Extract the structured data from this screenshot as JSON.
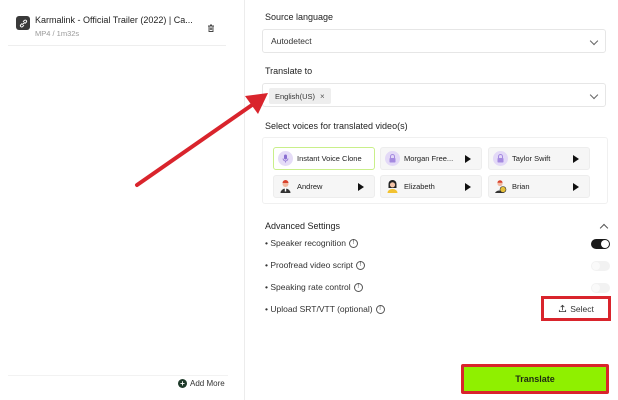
{
  "left_panel": {
    "file": {
      "title": "Karmalink - Official Trailer (2022) | Ca...",
      "meta": "MP4 / 1m32s",
      "icon": "link-icon"
    },
    "add_more_label": "Add More"
  },
  "source_language": {
    "label": "Source language",
    "value": "Autodetect"
  },
  "translate_to": {
    "label": "Translate to",
    "tags": [
      "English(US)"
    ]
  },
  "voices": {
    "label": "Select voices for translated video(s)",
    "items": [
      {
        "name": "Instant Voice Clone",
        "selected": true,
        "playable": false,
        "avatar": "microphone"
      },
      {
        "name": "Morgan Free...",
        "selected": false,
        "playable": true,
        "avatar": "locked"
      },
      {
        "name": "Taylor Swift",
        "selected": false,
        "playable": true,
        "avatar": "locked"
      },
      {
        "name": "Andrew",
        "selected": false,
        "playable": true,
        "avatar": "male"
      },
      {
        "name": "Elizabeth",
        "selected": false,
        "playable": true,
        "avatar": "female"
      },
      {
        "name": "Brian",
        "selected": false,
        "playable": true,
        "avatar": "male-badge"
      }
    ]
  },
  "advanced": {
    "title": "Advanced Settings",
    "settings": [
      {
        "label": "• Speaker recognition",
        "toggle": "on"
      },
      {
        "label": "• Proofread video script",
        "toggle": "off"
      },
      {
        "label": "• Speaking rate control",
        "toggle": "off"
      },
      {
        "label": "• Upload SRT/VTT (optional)",
        "toggle": null
      }
    ],
    "select_button": "Select",
    "info_glyph": "!"
  },
  "translate_button": "Translate",
  "colors": {
    "accent_green": "#8ff000",
    "highlight_red": "#d9242c",
    "selected_border": "#c9ef8a"
  }
}
